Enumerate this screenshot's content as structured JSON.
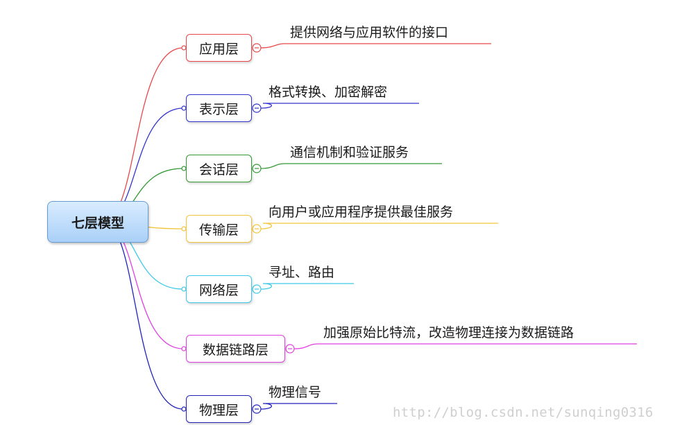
{
  "root": {
    "label": "七层模型"
  },
  "layers": [
    {
      "label": "应用层",
      "description": "提供网络与应用软件的接口",
      "color": "#e8474b"
    },
    {
      "label": "表示层",
      "description": "格式转换、加密解密",
      "color": "#3333cc"
    },
    {
      "label": "会话层",
      "description": "通信机制和验证服务",
      "color": "#339933"
    },
    {
      "label": "传输层",
      "description": "向用户或应用程序提供最佳服务",
      "color": "#f2c53d"
    },
    {
      "label": "网络层",
      "description": "寻址、路由",
      "color": "#40c8e8"
    },
    {
      "label": "数据链路层",
      "description": "加强原始比特流，改造物理连接为数据链路",
      "color": "#e040e0"
    },
    {
      "label": "物理层",
      "description": "物理信号",
      "color": "#2222bb"
    }
  ],
  "watermark": "http://blog.csdn.net/sunqing0316"
}
